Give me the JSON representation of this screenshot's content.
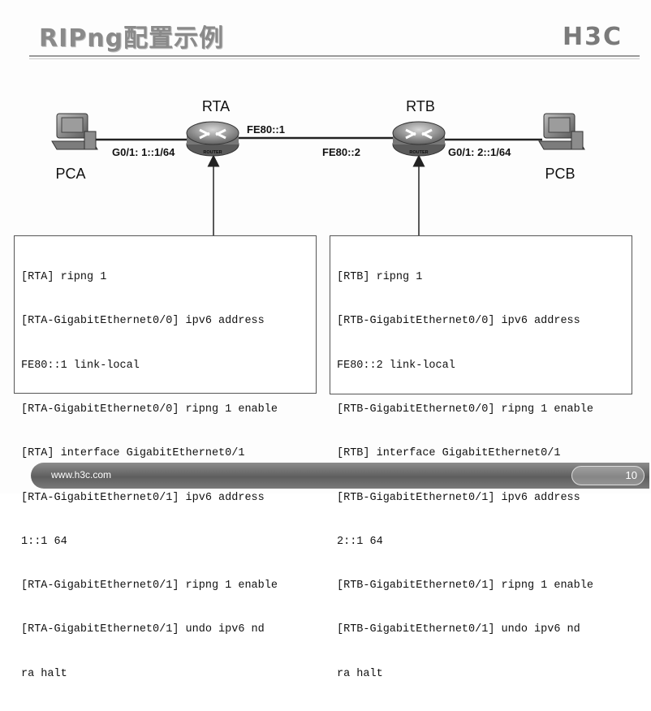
{
  "slide": {
    "title": "RIPng配置示例",
    "logo": "H3C",
    "footer_url": "www.h3c.com",
    "page_number": "10"
  },
  "diagram": {
    "routers": [
      {
        "name": "RTA",
        "icon": "router-icon",
        "icon_label": "ROUTER"
      },
      {
        "name": "RTB",
        "icon": "router-icon",
        "icon_label": "ROUTER"
      }
    ],
    "pcs": [
      {
        "name": "PCA",
        "icon": "pc-icon"
      },
      {
        "name": "PCB",
        "icon": "pc-icon"
      }
    ],
    "links": {
      "rta_g01": "G0/1:  1::1/64",
      "rta_fe80": "FE80::1",
      "rtb_fe80": "FE80::2",
      "rtb_g01": "G0/1: 2::1/64"
    }
  },
  "config_rta": [
    "[RTA] ripng 1",
    "[RTA-GigabitEthernet0/0] ipv6 address",
    "FE80::1 link-local",
    "[RTA-GigabitEthernet0/0] ripng 1 enable",
    "[RTA] interface GigabitEthernet0/1",
    "[RTA-GigabitEthernet0/1] ipv6 address",
    "1::1 64",
    "[RTA-GigabitEthernet0/1] ripng 1 enable",
    "[RTA-GigabitEthernet0/1] undo ipv6 nd",
    "ra halt"
  ],
  "config_rtb": [
    "[RTB] ripng 1",
    "[RTB-GigabitEthernet0/0] ipv6 address",
    "FE80::2 link-local",
    "[RTB-GigabitEthernet0/0] ripng 1 enable",
    "[RTB] interface GigabitEthernet0/1",
    "[RTB-GigabitEthernet0/1] ipv6 address",
    "2::1 64",
    "[RTB-GigabitEthernet0/1] ripng 1 enable",
    "[RTB-GigabitEthernet0/1] undo ipv6 nd",
    "ra halt"
  ]
}
